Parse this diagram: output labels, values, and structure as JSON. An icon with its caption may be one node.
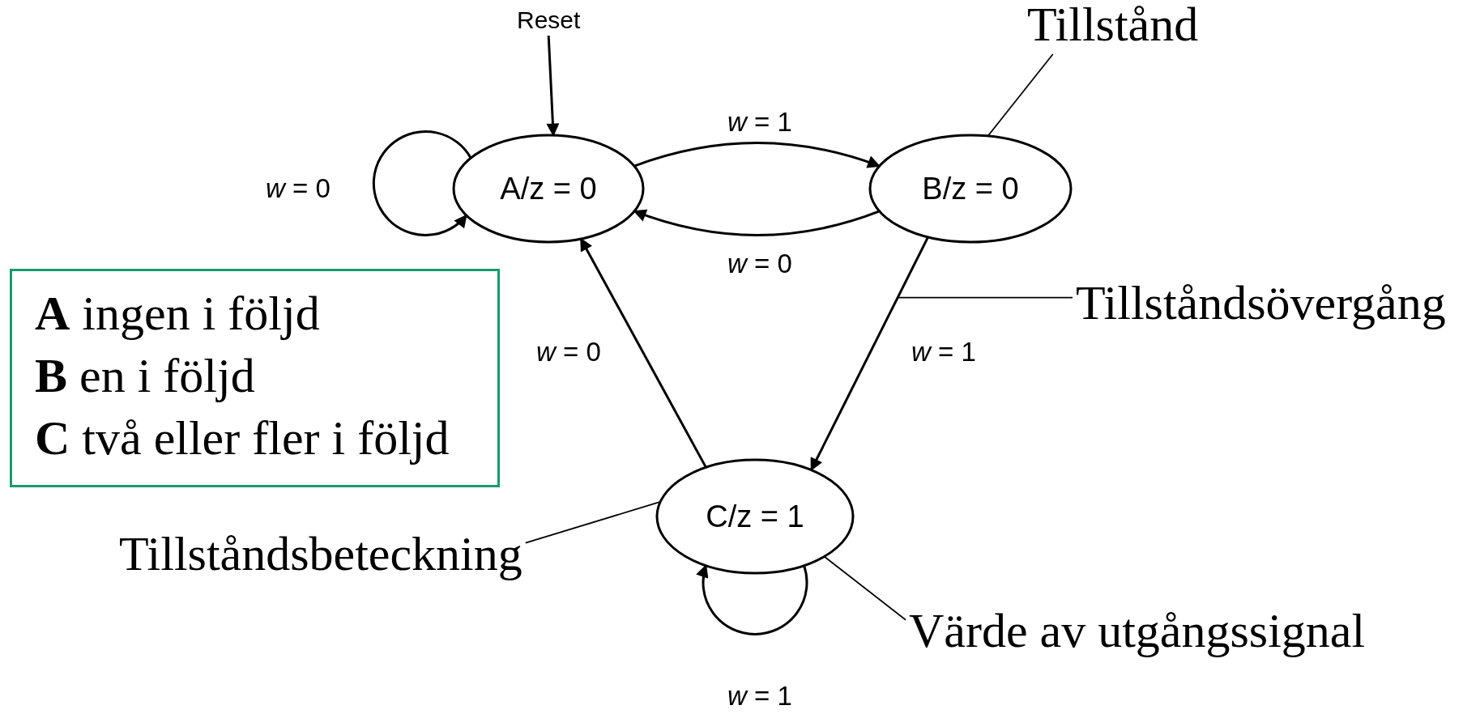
{
  "diagram": {
    "nodes": [
      {
        "text": [
          "Reset"
        ]
      },
      {
        "text": [
          "Tillstånd"
        ]
      },
      {
        "text": [
          "A/z = 0"
        ]
      },
      {
        "text": [
          "B/z = 0"
        ]
      },
      {
        "text": [
          "**A** ingen i följd",
          "**B** en i följd",
          "**C** två eller fler i följd"
        ]
      },
      {
        "text": [
          "Tillståndsövergång"
        ]
      },
      {
        "text": [
          "C/z = 1"
        ]
      },
      {
        "text": [
          "Tillståndsbeteckning"
        ]
      },
      {
        "text": [
          "Värde av utgångssignal"
        ]
      }
    ],
    "edges": [
      {
        "from": 0,
        "to": 2,
        "arrow": "to"
      },
      {
        "from": 2,
        "to": 2,
        "arrow": "to",
        "label": "*w* = 0"
      },
      {
        "from": 2,
        "to": 3,
        "arrow": "to",
        "label": "*w* = 1"
      },
      {
        "from": 3,
        "to": 2,
        "arrow": "to",
        "label": "*w* = 0"
      },
      {
        "from": 3,
        "to": 6,
        "arrow": "to",
        "label": "*w* = 1"
      },
      {
        "from": 6,
        "to": 2,
        "arrow": "to",
        "label": "*w* = 0"
      },
      {
        "from": 6,
        "to": 6,
        "arrow": "to",
        "label": "*w* = 1"
      },
      {
        "from": 1,
        "to": 3,
        "arrow": "none"
      },
      {
        "from": 5,
        "to": null,
        "arrow": "none"
      },
      {
        "from": 7,
        "to": 6,
        "arrow": "none"
      },
      {
        "from": 8,
        "to": 6,
        "arrow": "none"
      }
    ]
  }
}
